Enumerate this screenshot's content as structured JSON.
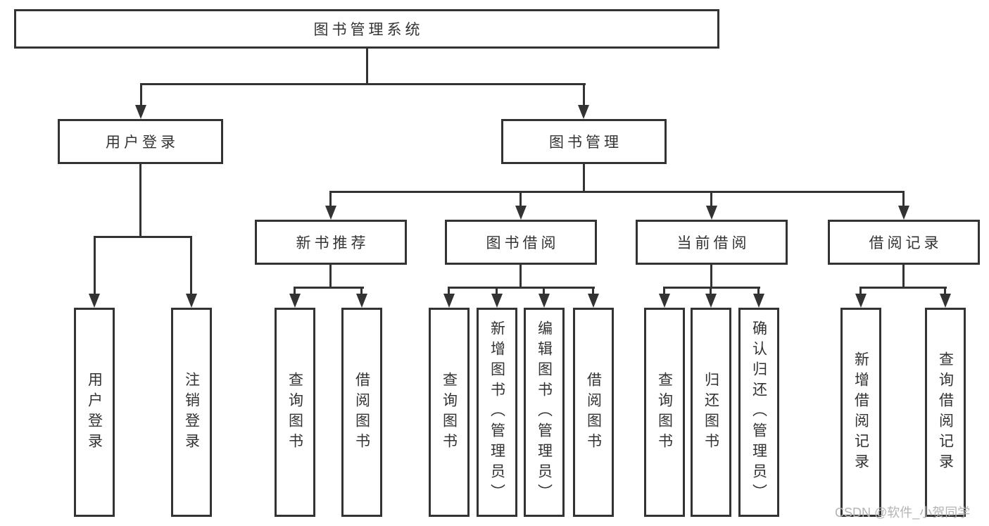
{
  "diagram": {
    "title": "图书管理系统",
    "root": {
      "label": "图书管理系统"
    },
    "login": {
      "label": "用户登录",
      "children": [
        {
          "label": "用户登录"
        },
        {
          "label": "注销登录"
        }
      ]
    },
    "mgmt": {
      "label": "图书管理",
      "children": [
        {
          "label": "新书推荐",
          "children": [
            {
              "label": "查询图书"
            },
            {
              "label": "借阅图书"
            }
          ]
        },
        {
          "label": "图书借阅",
          "children": [
            {
              "label": "查询图书"
            },
            {
              "label": "新增图书（管理员）"
            },
            {
              "label": "编辑图书（管理员）"
            },
            {
              "label": "借阅图书"
            }
          ]
        },
        {
          "label": "当前借阅",
          "children": [
            {
              "label": "查询图书"
            },
            {
              "label": "归还图书"
            },
            {
              "label": "确认归还（管理员）"
            }
          ]
        },
        {
          "label": "借阅记录",
          "children": [
            {
              "label": "新增借阅记录"
            },
            {
              "label": "查询借阅记录"
            }
          ]
        }
      ]
    },
    "watermark": "CSDN @软件_小贺同学",
    "colors": {
      "line": "#333333",
      "text": "#333333",
      "background": "#ffffff",
      "watermark": "#b4b4b4"
    }
  }
}
